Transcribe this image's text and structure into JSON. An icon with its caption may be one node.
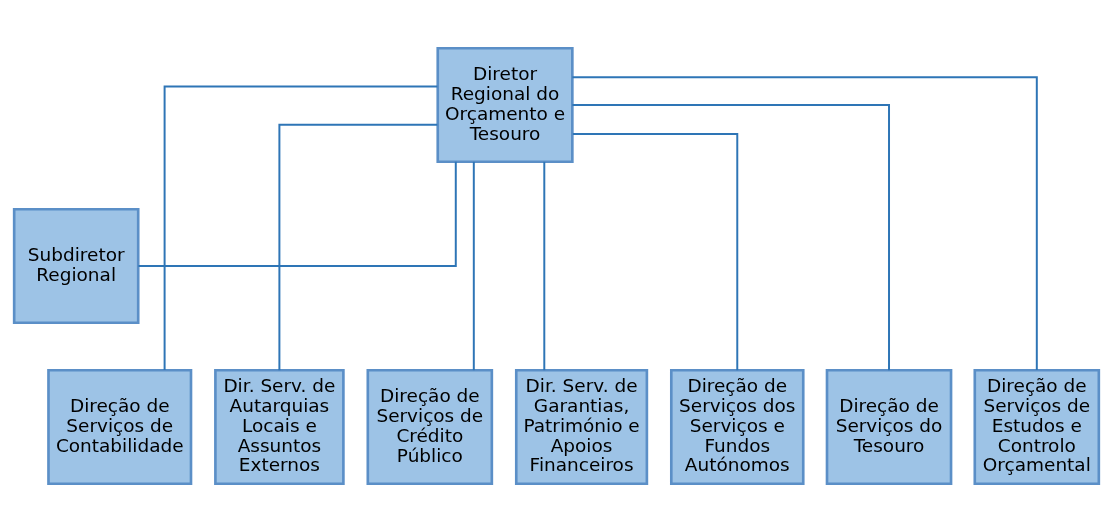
{
  "diagram": {
    "nodes": [
      {
        "text": [
          "Diretor Regional do Orçamento e Tesouro"
        ]
      },
      {
        "text": [
          "Subdiretor Regional"
        ]
      },
      {
        "text": [
          "Direção de Serviços de Contabilidade"
        ]
      },
      {
        "text": [
          "Dir. Serv. de Autarquias Locais e Assuntos Externos"
        ]
      },
      {
        "text": [
          "Direção de Serviços de Crédito Público"
        ]
      },
      {
        "text": [
          "Dir. Serv. de Garantias, Património e Apoios Financeiros"
        ]
      },
      {
        "text": [
          "Direção de Serviços dos Serviços e Fundos Autónomos"
        ]
      },
      {
        "text": [
          "Direção de Serviços do Tesouro"
        ]
      },
      {
        "text": [
          "Direção de Serviços de Estudos e Controlo Orçamental"
        ]
      }
    ],
    "edges": [
      {
        "from": 0,
        "to": 1,
        "arrow": "none"
      },
      {
        "from": 0,
        "to": 2,
        "arrow": "none"
      },
      {
        "from": 0,
        "to": 3,
        "arrow": "none"
      },
      {
        "from": 0,
        "to": 4,
        "arrow": "none"
      },
      {
        "from": 0,
        "to": 5,
        "arrow": "none"
      },
      {
        "from": 0,
        "to": 6,
        "arrow": "none"
      },
      {
        "from": 0,
        "to": 7,
        "arrow": "none"
      },
      {
        "from": 0,
        "to": 8,
        "arrow": "none"
      }
    ]
  }
}
